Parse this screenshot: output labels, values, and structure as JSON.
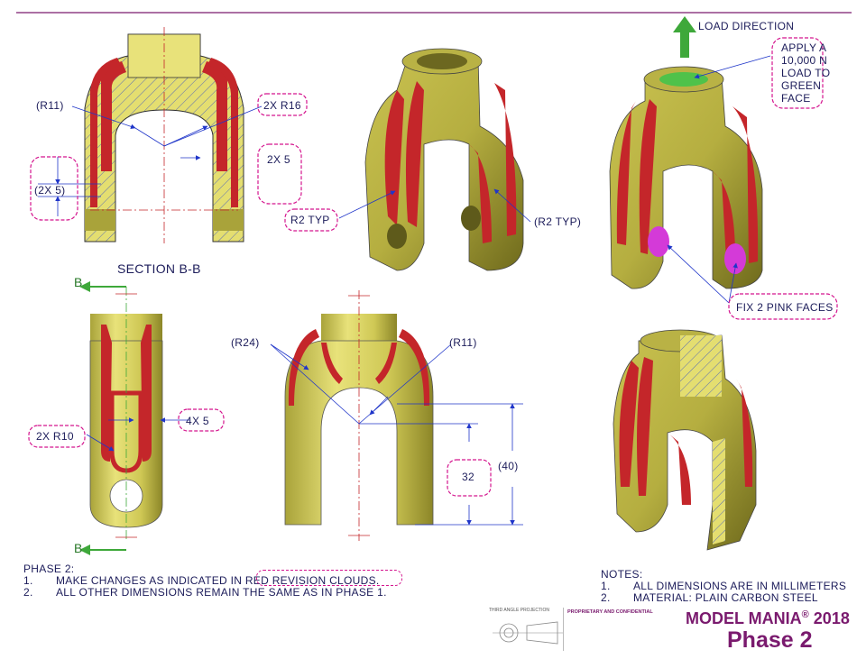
{
  "labels": {
    "load_direction": "LOAD DIRECTION",
    "apply_load": [
      "APPLY A",
      "10,000 N",
      "LOAD TO",
      "GREEN",
      "FACE"
    ],
    "fix_faces": "FIX 2 PINK FACES",
    "section_title": "SECTION B-B",
    "section_marker_top": "B",
    "section_marker_bottom": "B"
  },
  "dimensions": {
    "r11_top": "(R11)",
    "two_x_r16": "2X R16",
    "two_x_5": "2X 5",
    "paren_2x5": "(2X 5)",
    "r2_typ": "R2 TYP",
    "r2_typ_paren": "(R2 TYP)",
    "r24": "(R24)",
    "r11_front": "(R11)",
    "four_x_5": "4X 5",
    "two_x_r10": "2X R10",
    "dim_32": "32",
    "dim_40": "(40)"
  },
  "phase_notes": {
    "heading": "PHASE 2:",
    "items": [
      {
        "num": "1.",
        "text": "MAKE CHANGES AS INDICATED IN RED REVISION CLOUDS."
      },
      {
        "num": "2.",
        "text": "ALL OTHER DIMENSIONS REMAIN THE SAME AS IN PHASE 1."
      }
    ]
  },
  "notes": {
    "heading": "NOTES:",
    "items": [
      {
        "num": "1.",
        "text": "ALL DIMENSIONS ARE IN MILLIMETERS"
      },
      {
        "num": "2.",
        "text": "MATERIAL: PLAIN CARBON STEEL"
      }
    ]
  },
  "title_block": {
    "product": "MODEL MANIA",
    "registered": "®",
    "year": "2018",
    "phase": "Phase 2",
    "proprietary": "PROPRIETARY AND CONFIDENTIAL",
    "projection": "THIRD ANGLE PROJECTION"
  },
  "colors": {
    "body": "#d4cd5a",
    "body_dark": "#8f8a2c",
    "face_red": "#c4262a",
    "dim_blue": "#1f35c9",
    "cloud": "#d4148e",
    "title": "#7a1a6e",
    "load_face": "#4fc24a",
    "fix_face": "#d43ad8"
  }
}
